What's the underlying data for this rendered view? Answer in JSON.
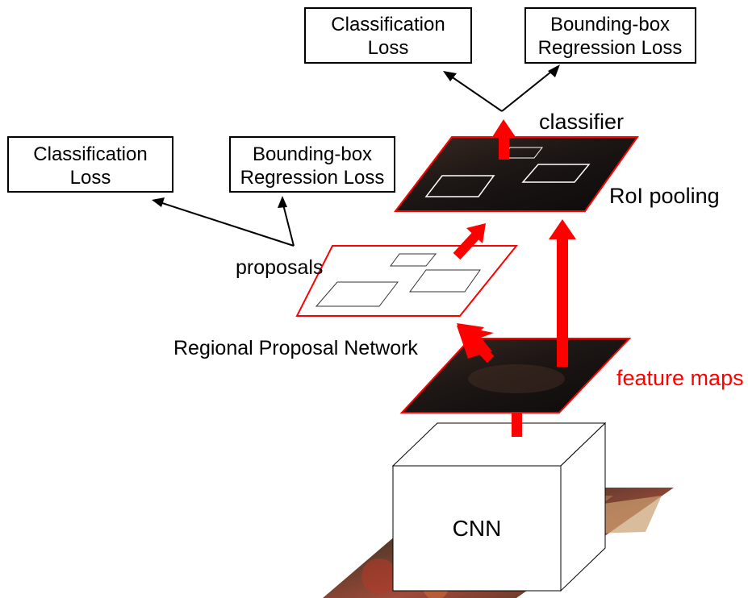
{
  "top_losses": {
    "classification": {
      "line1": "Classification",
      "line2": "Loss"
    },
    "bbox_regression": {
      "line1": "Bounding-box",
      "line2": "Regression Loss"
    }
  },
  "rpn_losses": {
    "classification": {
      "line1": "Classification",
      "line2": "Loss"
    },
    "bbox_regression": {
      "line1": "Bounding-box",
      "line2": "Regression Loss"
    }
  },
  "labels": {
    "classifier": "classifier",
    "roi_pooling": "RoI pooling",
    "proposals": "proposals",
    "rpn": "Regional Proposal Network",
    "feature_maps": "feature maps",
    "cnn": "CNN"
  },
  "colors": {
    "accent": "#ff0000",
    "feature_dark": "#1a1412",
    "box_stroke": "#000000"
  }
}
